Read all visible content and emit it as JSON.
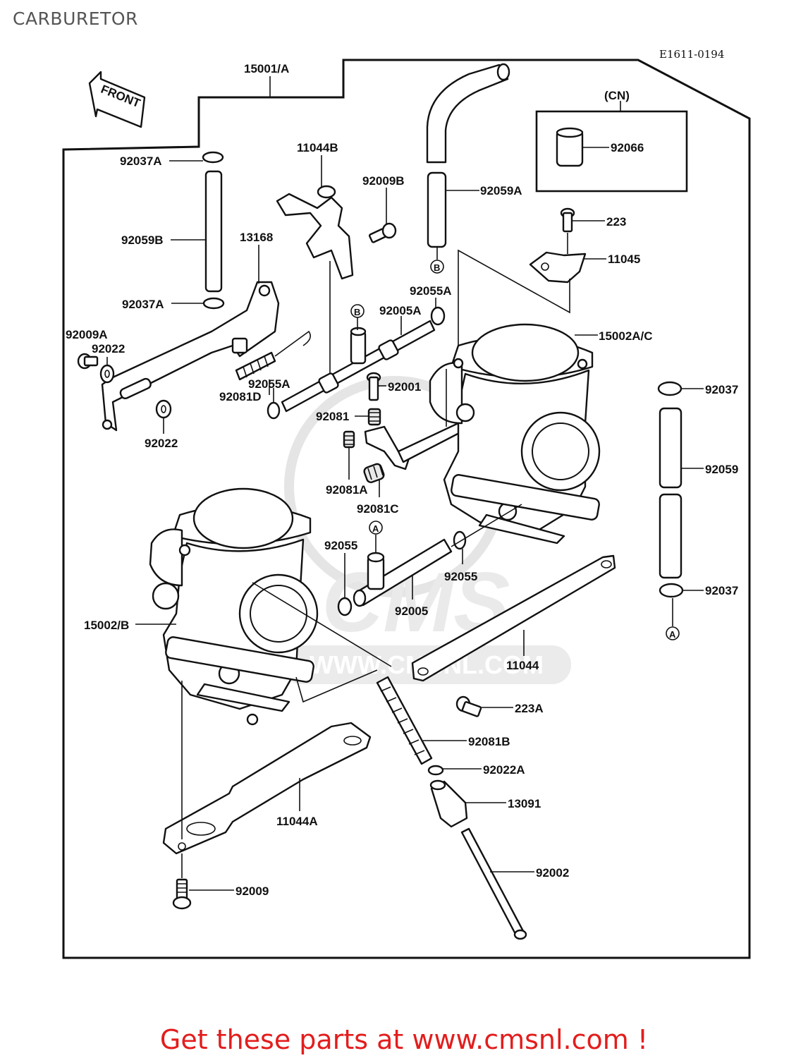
{
  "page": {
    "title": "CARBURETOR",
    "diagram_ref": "E1611-0194",
    "cta": "Get these parts at www.cmsnl.com !",
    "accent_color": "#e31d1d"
  },
  "watermark": {
    "text": "CMS",
    "url": "WWW.CMSNL.COM"
  },
  "front_arrow": {
    "text": "FRONT"
  },
  "callouts": {
    "cn": "(CN)",
    "a": "A",
    "b": "B"
  },
  "parts": {
    "p15001A": "15001/A",
    "p92037A_1": "92037A",
    "p92037A_2": "92037A",
    "p92059B": "92059B",
    "p11044B": "11044B",
    "p92009B": "92009B",
    "p92059A": "92059A",
    "p92066": "92066",
    "p223": "223",
    "p11045": "11045",
    "p13168": "13168",
    "p92055A_1": "92055A",
    "p92055A_2": "92055A",
    "p92005A": "92005A",
    "p15002AC": "15002A/C",
    "p92009A": "92009A",
    "p92022_1": "92022",
    "p92022_2": "92022",
    "p92081D": "92081D",
    "p92001": "92001",
    "p92081": "92081",
    "p92081A": "92081A",
    "p92081C": "92081C",
    "p92037_1": "92037",
    "p92037_2": "92037",
    "p92059": "92059",
    "p92055_1": "92055",
    "p92055_2": "92055",
    "p92005": "92005",
    "p15002B": "15002/B",
    "p11044": "11044",
    "p223A": "223A",
    "p92081B": "92081B",
    "p92022A": "92022A",
    "p13091": "13091",
    "p11044A": "11044A",
    "p92002": "92002",
    "p92009": "92009"
  }
}
